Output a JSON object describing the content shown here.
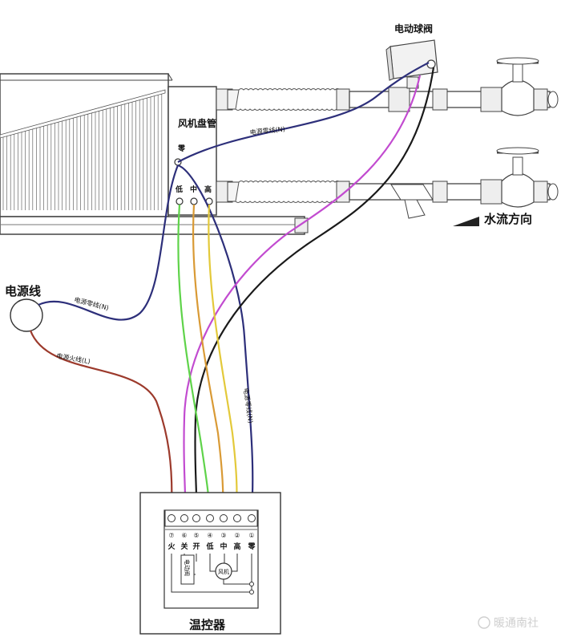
{
  "labels": {
    "valve": "电动球阀",
    "fan_coil": "风机盘管",
    "water_flow": "水流方向",
    "power_line": "电源线",
    "thermostat": "温控器",
    "neutral_top": "电源零线(N)",
    "neutral_left": "电源零线(N)",
    "live_left": "电源火线(L)",
    "neutral_right": "电源零线(N)",
    "fc_zero": "零",
    "fc_low": "低",
    "fc_mid": "中",
    "fc_high": "高",
    "valve_box": "电动阀",
    "fan_circle": "风机",
    "watermark": "暖通南社"
  },
  "terminals": [
    {
      "num": "⑦",
      "name": "火"
    },
    {
      "num": "⑥",
      "name": "关"
    },
    {
      "num": "⑤",
      "name": "开"
    },
    {
      "num": "④",
      "name": "低"
    },
    {
      "num": "③",
      "name": "中"
    },
    {
      "num": "②",
      "name": "高"
    },
    {
      "num": "①",
      "name": "零"
    }
  ],
  "wire_colors": {
    "live": "#9c3a2c",
    "neutral": "#2d2f7a",
    "close": "#c24bd0",
    "open": "#1a1a1a",
    "low": "#5fd34a",
    "mid": "#d99a35",
    "high": "#e3c93a"
  }
}
